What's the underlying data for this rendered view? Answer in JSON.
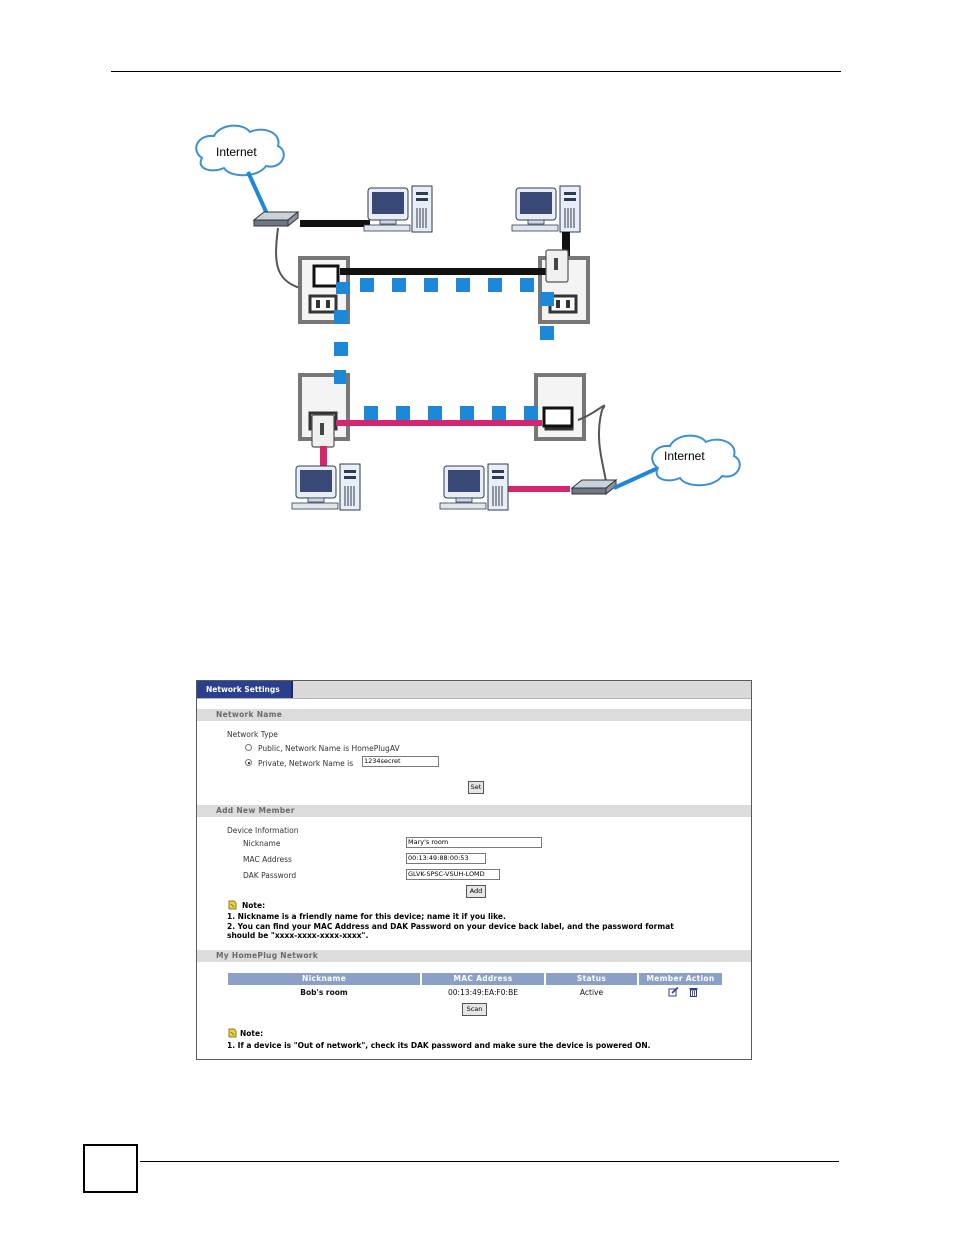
{
  "diagram": {
    "cloud_top_label": "Internet",
    "cloud_bottom_label": "Internet"
  },
  "panel": {
    "tab_label": "Network Settings",
    "network_name": {
      "header": "Network Name",
      "network_type_label": "Network Type",
      "option_public": "Public, Network Name is HomePlugAV",
      "option_private": "Private, Network Name is",
      "private_name_value": "1234secret",
      "set_button": "Set"
    },
    "add_member": {
      "header": "Add New Member",
      "device_info_label": "Device Information",
      "nickname_label": "Nickname",
      "nickname_value": "Mary's room",
      "mac_label": "MAC Address",
      "mac_value": "00:13:49:88:00:53",
      "dak_label": "DAK Password",
      "dak_value": "GLVK-SPSC-VSUH-LOMD",
      "add_button": "Add",
      "note_label": "Note:",
      "note_line1": "1. Nickname is a friendly name for this device; name it if you like.",
      "note_line2": "2. You can find your MAC Address and DAK Password on your device back label, and the password format",
      "note_line3": "should be \"xxxx-xxxx-xxxx-xxxx\"."
    },
    "my_network": {
      "header": "My HomePlug Network",
      "columns": [
        "Nickname",
        "MAC Address",
        "Status",
        "Member Action"
      ],
      "row": {
        "nickname": "Bob's room",
        "mac": "00:13:49:EA:F0:BE",
        "status": "Active"
      },
      "scan_button": "Scan",
      "note_label": "Note:",
      "note_line1": "1. If a device is \"Out of network\", check its DAK password and make sure the device is powered ON."
    }
  }
}
